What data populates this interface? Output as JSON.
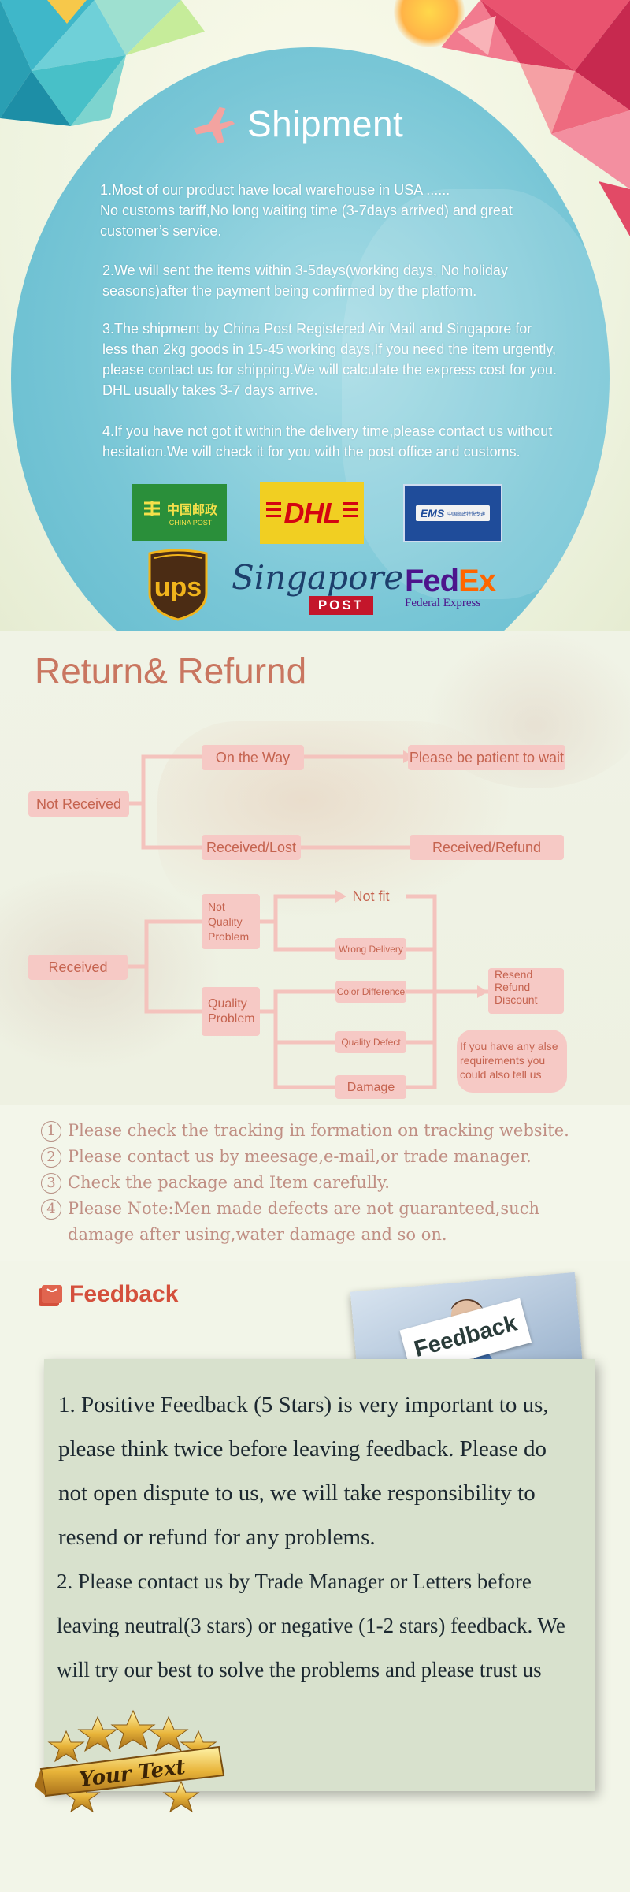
{
  "shipment": {
    "title": "Shipment",
    "paragraphs": [
      [
        "1.Most of our product have local warehouse in USA ......",
        "No customs tariff,No long waiting time (3-7days arrived) and great",
        "customer’s service."
      ],
      [
        "2.We will sent the items within 3-5days(working days, No holiday",
        "seasons)after the payment being confirmed by the platform."
      ],
      [
        "3.The shipment by China Post Registered Air Mail and Singapore for",
        "less than 2kg goods in 15-45 working days,If you need the item urgently,",
        "please contact us for shipping.We will calculate the express cost for you.",
        "DHL usually takes 3-7 days arrive."
      ],
      [
        "4.If you have not got it within the delivery time,please contact us without",
        "hesitation.We will check it for you with the post office and customs."
      ]
    ],
    "logos": {
      "chinapost_cn": "中国邮政",
      "chinapost_en": "CHINA POST",
      "dhl": "DHL",
      "ems": "EMS",
      "ems_sub": "中国邮政特快专递",
      "ups": "ups",
      "sgpost_script": "Singapore",
      "sgpost_bar": "POST",
      "fedex_fed": "Fed",
      "fedex_ex": "Ex",
      "fedex_sub": "Federal Express"
    },
    "colors": {
      "bubble": "#78c6d6",
      "chinapost": "#2a8f3a",
      "dhl_yellow": "#f1cf22",
      "dhl_red": "#d40511",
      "ems_blue": "#1f4c9a",
      "fedex_purple": "#4d148c",
      "fedex_orange": "#ff6600"
    }
  },
  "refund": {
    "title": "Return& Refurnd",
    "boxes": {
      "not_received": "Not Received",
      "on_the_way": "On the Way",
      "be_patient": "Please be patient to wait",
      "received_lost": "Received/Lost",
      "received_refund": "Received/Refund",
      "received": "Received",
      "not_quality": [
        "Not",
        "Quality",
        "Problem"
      ],
      "quality": [
        "Quality",
        "Problem"
      ],
      "not_fit": "Not fit",
      "wrong_delivery": "Wrong Delivery",
      "color_difference": "Color Difference",
      "quality_defect": "Quality Defect",
      "damage": "Damage",
      "resend": [
        "Resend",
        "Refund",
        "Discount"
      ],
      "other": [
        "If you have  any alse",
        "requirements  you",
        "could also tell us"
      ]
    },
    "colors": {
      "title": "#c97660",
      "box": "#f6c9c5",
      "line": "#f4c3bd",
      "text": "#c5634f"
    }
  },
  "notes": [
    {
      "num": "1",
      "text": "Please check the tracking in formation on tracking website."
    },
    {
      "num": "2",
      "text": "Please contact us by meesage,e-mail,or trade manager."
    },
    {
      "num": "3",
      "text": "Check the package and Item carefully."
    },
    {
      "num": "4",
      "text": "Please Note:Men made defects are not guaranteed,such"
    }
  ],
  "note_continuation": "damage after using,water damage and so on.",
  "feedback": {
    "title": "Feedback",
    "photo_sign": "Feedback",
    "para1": [
      "1. Positive Feedback (5 Stars) is very important to us,",
      "please think twice before leaving feedback. Please do",
      "not open dispute to us,   we will take responsibility to",
      "resend or refund for any problems."
    ],
    "para2": [
      "2. Please contact us by Trade Manager or Letters before",
      "leaving neutral(3 stars) or negative (1-2 stars) feedback. We",
      "will try our best to solve the problems and please trust us"
    ],
    "badge_text": "Your Text",
    "colors": {
      "title": "#d4503c",
      "panel": "#d8e1cd",
      "badge_gold": "#e8b43a"
    }
  }
}
